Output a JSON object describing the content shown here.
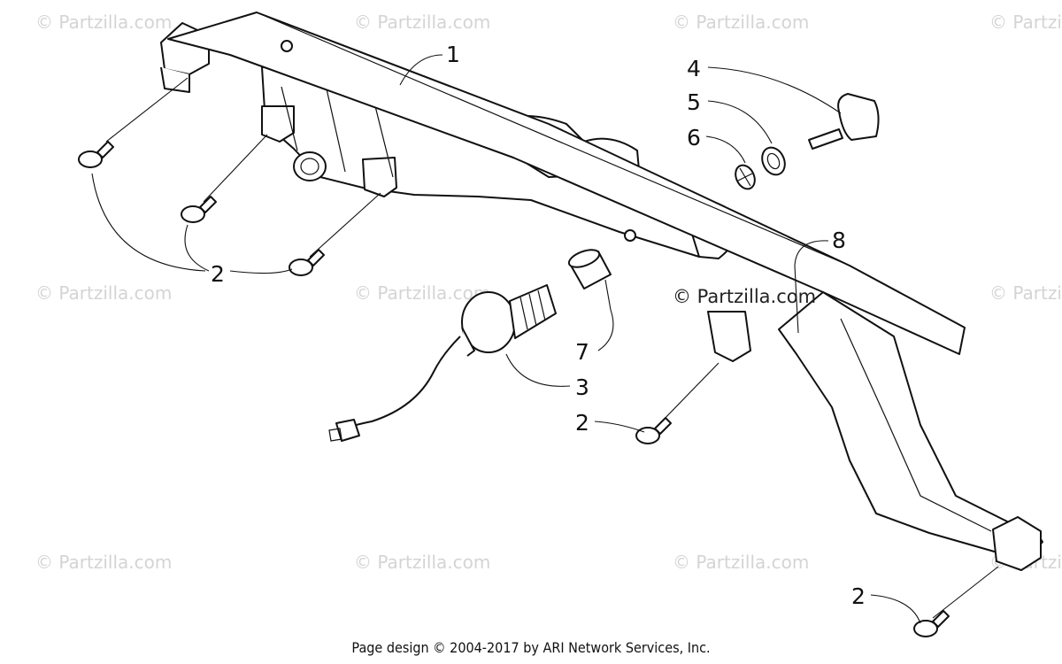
{
  "watermarks": {
    "text": "© Partzilla.com",
    "center_text": "© Partzilla.com"
  },
  "callouts": {
    "c1": "1",
    "c2a": "2",
    "c2b": "2",
    "c2c": "2",
    "c3": "3",
    "c4": "4",
    "c5": "5",
    "c6": "6",
    "c7": "7",
    "c8": "8"
  },
  "footer": {
    "text": "Page design © 2004-2017 by ARI Network Services, Inc."
  },
  "colors": {
    "line": "#111111",
    "watermark": "#d4d4d4",
    "background": "#ffffff"
  }
}
